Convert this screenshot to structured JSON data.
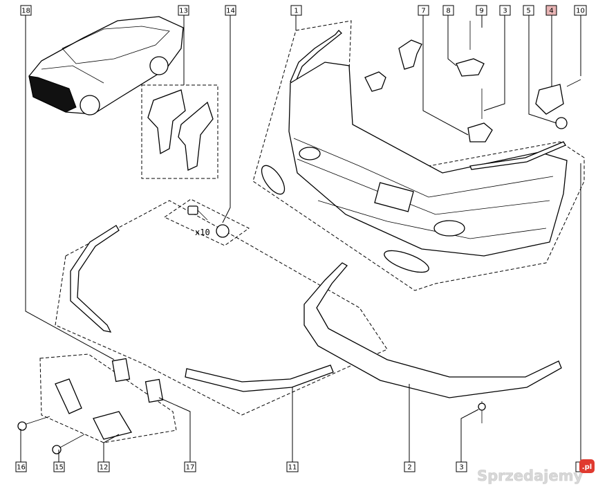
{
  "callouts": [
    {
      "id": "c18",
      "label": "18"
    },
    {
      "id": "c13",
      "label": "13"
    },
    {
      "id": "c14",
      "label": "14"
    },
    {
      "id": "c1",
      "label": "1"
    },
    {
      "id": "c7",
      "label": "7"
    },
    {
      "id": "c8",
      "label": "8"
    },
    {
      "id": "c9",
      "label": "9"
    },
    {
      "id": "c3a",
      "label": "3"
    },
    {
      "id": "c5",
      "label": "5"
    },
    {
      "id": "c4",
      "label": "4",
      "highlight": "#e8b4b4"
    },
    {
      "id": "c10",
      "label": "10"
    },
    {
      "id": "c16",
      "label": "16"
    },
    {
      "id": "c15",
      "label": "15"
    },
    {
      "id": "c12",
      "label": "12"
    },
    {
      "id": "c17",
      "label": "17"
    },
    {
      "id": "c11",
      "label": "11"
    },
    {
      "id": "c2",
      "label": "2"
    },
    {
      "id": "c3b",
      "label": "3"
    },
    {
      "id": "c6",
      "label": "6"
    }
  ],
  "quantity_label": "x10",
  "watermark": {
    "text": "Sprzedajemy",
    "badge": ".pl",
    "badge_color": "#e03a2f"
  }
}
